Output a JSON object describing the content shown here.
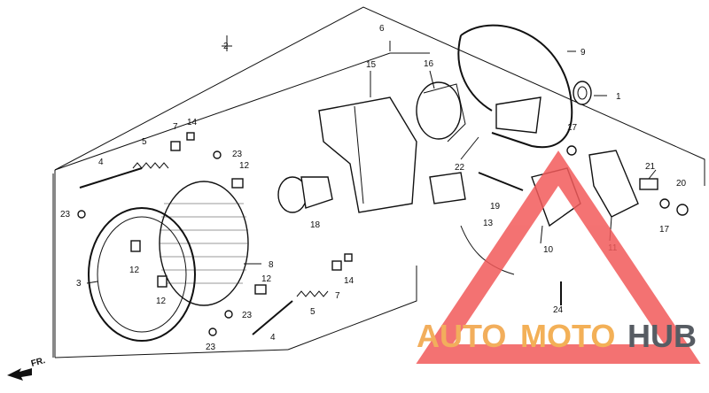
{
  "diagram": {
    "callouts": {
      "c1": "1",
      "c2": "2",
      "c3": "3",
      "c4a": "4",
      "c4b": "4",
      "c5a": "5",
      "c5b": "5",
      "c6": "6",
      "c7a": "7",
      "c7b": "7",
      "c8": "8",
      "c9": "9",
      "c10": "10",
      "c11": "11",
      "c12a": "12",
      "c12b": "12",
      "c12c": "12",
      "c12d": "12",
      "c13": "13",
      "c14a": "14",
      "c14b": "14",
      "c15": "15",
      "c16": "16",
      "c17a": "17",
      "c17b": "17",
      "c18": "18",
      "c19": "19",
      "c20": "20",
      "c21": "21",
      "c22": "22",
      "c23a": "23",
      "c23b": "23",
      "c23c": "23",
      "c23d": "23",
      "c24": "24"
    },
    "front_marker": "FR."
  },
  "watermark": {
    "auto": "AUTO",
    "moto": "MOTO",
    "hub": "HUB",
    "colors": {
      "auto": "#f0a040",
      "moto": "#f2a33a",
      "hub": "#3a4048",
      "triangle": "#f25a5a"
    }
  }
}
